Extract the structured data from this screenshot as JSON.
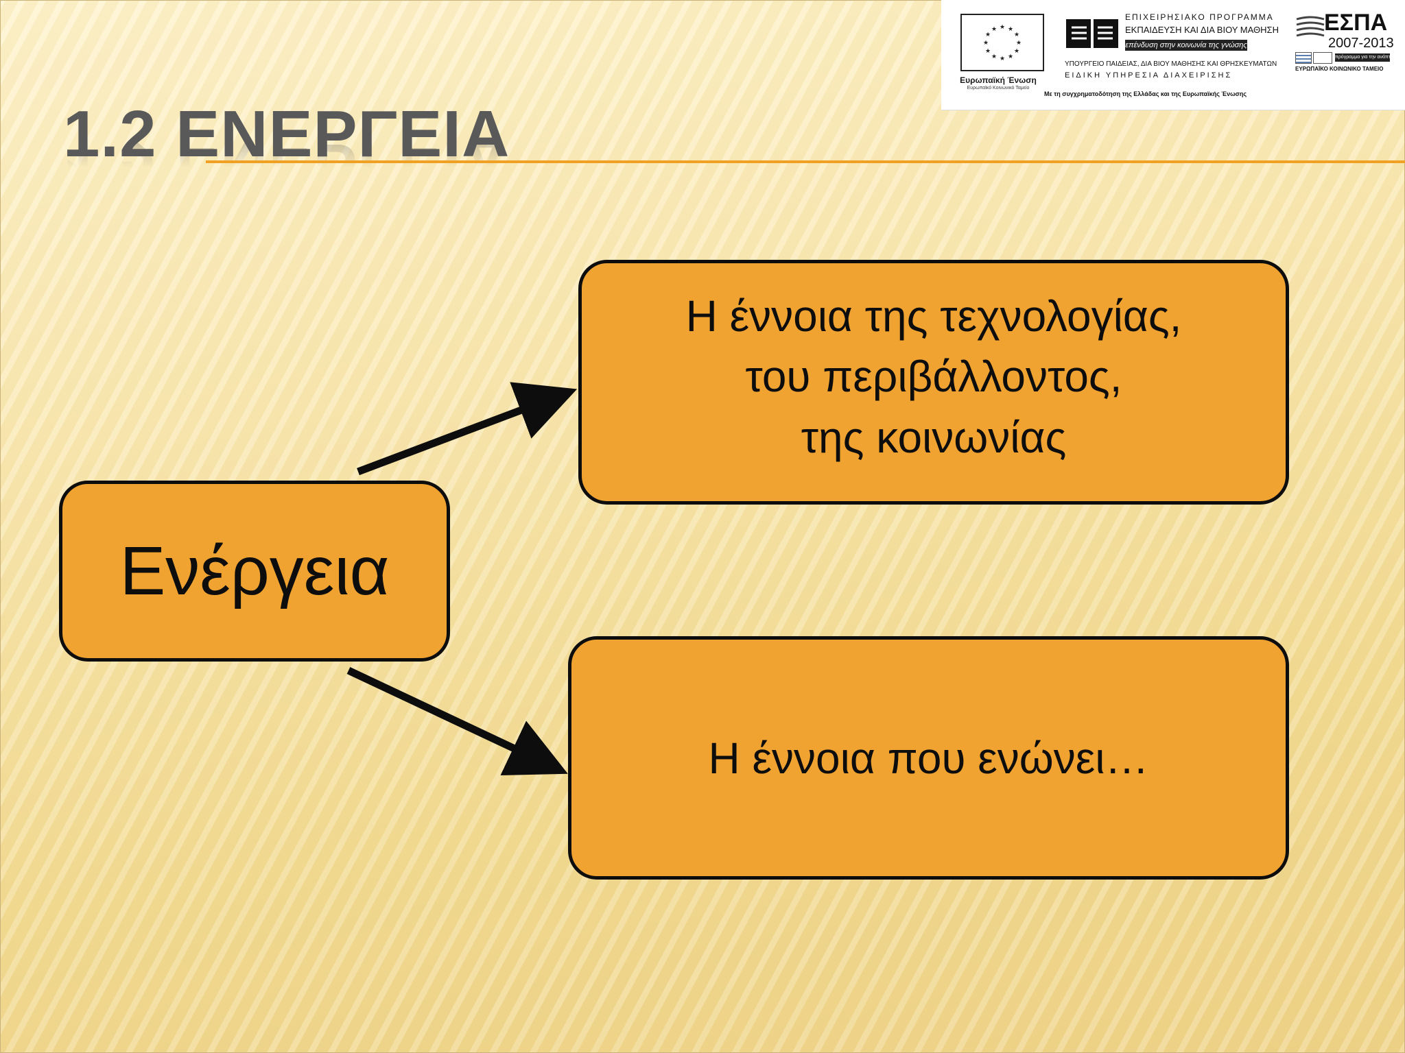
{
  "header": {
    "title": "1.2 ΕΝΕΡΓΕΙΑ"
  },
  "logos": {
    "eu_label": "Ευρωπαϊκή Ένωση",
    "eu_sub": "Ευρωπαϊκό Κοινωνικό Ταμείο",
    "programme_title": "ΕΠΙΧΕΙΡΗΣΙΑΚΟ ΠΡΟΓΡΑΜΜΑ",
    "programme_name": "ΕΚΠΑΙΔΕΥΣΗ ΚΑΙ ΔΙΑ ΒΙΟΥ ΜΑΘΗΣΗ",
    "programme_slogan": "επένδυση στην κοινωνία της γνώσης",
    "ministry": "ΥΠΟΥΡΓΕΙΟ ΠΑΙΔΕΙΑΣ, ΔΙΑ ΒΙΟΥ ΜΑΘΗΣΗΣ ΚΑΙ ΘΡΗΣΚΕΥΜΑΤΩΝ",
    "management": "ΕΙΔΙΚΗ ΥΠΗΡΕΣΙΑ ΔΙΑΧΕΙΡΙΣΗΣ",
    "espa_title": "ΕΣΠΑ",
    "espa_years": "2007-2013",
    "espa_badge": "πρόγραμμα για την ανάπτυξη",
    "esf_label": "ΕΥΡΩΠΑΪΚΟ ΚΟΙΝΩΝΙΚΟ ΤΑΜΕΙΟ",
    "cofunding": "Με τη συγχρηματοδότηση της Ελλάδας και της Ευρωπαϊκής Ένωσης"
  },
  "diagram": {
    "source": "Ενέργεια",
    "top_box": {
      "lines": [
        "Η έννοια της τεχνολογίας,",
        "του περιβάλλοντος,",
        "της κοινωνίας"
      ]
    },
    "bottom_box": "Η έννοια που ενώνει…"
  },
  "colors": {
    "box_fill": "#f0a331",
    "title_rule": "#f0a022",
    "title_text": "#595959"
  }
}
